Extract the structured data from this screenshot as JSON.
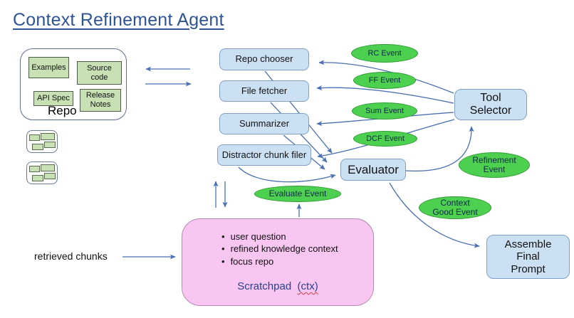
{
  "title": "Context Refinement Agent",
  "colors": {
    "title_blue": "#2e5496",
    "box_fill": "#cbe0f2",
    "box_border": "#7f9fc7",
    "event_fill": "#4dd04f",
    "event_border": "#2f9b35",
    "scratchpad_fill": "#f9c6f1",
    "repo_item_fill": "#c7e1b4",
    "arrow_blue": "#4a6fb5"
  },
  "repo": {
    "label": "Repo",
    "items": [
      {
        "label": "Examples"
      },
      {
        "label": "Source code"
      },
      {
        "label": "API Spec"
      },
      {
        "label": "Release Notes"
      }
    ]
  },
  "pipeline": {
    "repo_chooser": "Repo chooser",
    "file_fetcher": "File fetcher",
    "summarizer": "Summarizer",
    "distractor_chunk_filer": "Distractor chunk filer",
    "evaluator": "Evaluator",
    "tool_selector": "Tool Selector",
    "assemble_final_prompt": "Assemble Final Prompt"
  },
  "events": {
    "rc": "RC Event",
    "ff": "FF Event",
    "sum": "Sum Event",
    "dcf": "DCF Event",
    "evaluate": "Evaluate Event",
    "refinement": "Refinement Event",
    "context_good": "Context Good Event"
  },
  "scratchpad": {
    "bullets": [
      "user question",
      "refined knowledge context",
      "focus repo"
    ],
    "label_main": "Scratchpad",
    "label_ctx": "(ctx)"
  },
  "annotations": {
    "retrieved_chunks": "retrieved chunks"
  }
}
